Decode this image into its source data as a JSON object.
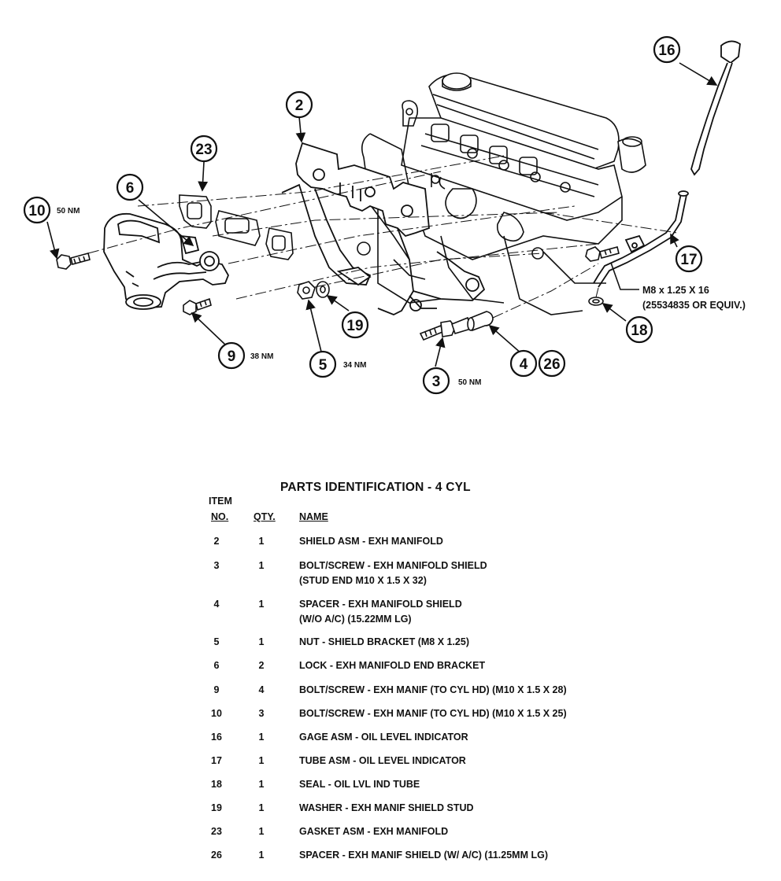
{
  "callouts": [
    {
      "id": "c2",
      "num": "2"
    },
    {
      "id": "c23",
      "num": "23"
    },
    {
      "id": "c6",
      "num": "6"
    },
    {
      "id": "c10",
      "num": "10",
      "torque": "50 NM"
    },
    {
      "id": "c9",
      "num": "9",
      "torque": "38 NM"
    },
    {
      "id": "c5",
      "num": "5",
      "torque": "34 NM"
    },
    {
      "id": "c19",
      "num": "19"
    },
    {
      "id": "c3",
      "num": "3",
      "torque": "50 NM"
    },
    {
      "id": "c4",
      "num": "4"
    },
    {
      "id": "c26",
      "num": "26"
    },
    {
      "id": "c16",
      "num": "16"
    },
    {
      "id": "c17",
      "num": "17"
    },
    {
      "id": "c18",
      "num": "18"
    }
  ],
  "spec_note": {
    "line1": "M8 x 1.25 X 16",
    "line2": "(25534835  OR  EQUIV.)"
  },
  "parts": {
    "title": "PARTS IDENTIFICATION - 4 CYL",
    "header": {
      "item": "ITEM",
      "no": "NO.",
      "qty": "QTY.",
      "name": "NAME"
    },
    "rows": [
      {
        "no": "2",
        "qty": "1",
        "name": "SHIELD ASM - EXH MANIFOLD"
      },
      {
        "no": "3",
        "qty": "1",
        "name": "BOLT/SCREW - EXH MANIFOLD SHIELD",
        "name2": "(STUD END M10 X 1.5 X 32)"
      },
      {
        "no": "4",
        "qty": "1",
        "name": "SPACER - EXH MANIFOLD SHIELD",
        "name2": "(W/O A/C)  (15.22MM LG)"
      },
      {
        "no": "5",
        "qty": "1",
        "name": "NUT - SHIELD BRACKET (M8 X 1.25)"
      },
      {
        "no": "6",
        "qty": "2",
        "name": "LOCK - EXH MANIFOLD END BRACKET"
      },
      {
        "no": "9",
        "qty": "4",
        "name": "BOLT/SCREW - EXH MANIF (TO CYL HD) (M10 X 1.5 X 28)"
      },
      {
        "no": "10",
        "qty": "3",
        "name": "BOLT/SCREW - EXH MANIF (TO CYL HD) (M10 X 1.5 X 25)"
      },
      {
        "no": "16",
        "qty": "1",
        "name": "GAGE ASM - OIL LEVEL INDICATOR"
      },
      {
        "no": "17",
        "qty": "1",
        "name": "TUBE ASM - OIL LEVEL INDICATOR"
      },
      {
        "no": "18",
        "qty": "1",
        "name": "SEAL - OIL LVL IND TUBE"
      },
      {
        "no": "19",
        "qty": "1",
        "name": "WASHER - EXH MANIF SHIELD STUD"
      },
      {
        "no": "23",
        "qty": "1",
        "name": "GASKET ASM - EXH MANIFOLD"
      },
      {
        "no": "26",
        "qty": "1",
        "name": "SPACER - EXH MANIF SHIELD  (W/ A/C) (11.25MM LG)"
      }
    ]
  }
}
